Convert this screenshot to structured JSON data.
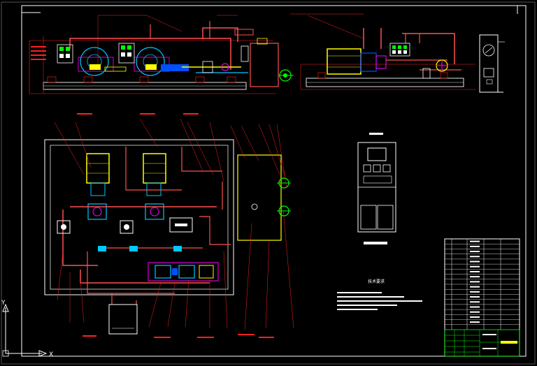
{
  "drawing": {
    "background": "#000000",
    "colors": {
      "frame": "#ffffff",
      "dim": "#ff2020",
      "pipe": "#ff5050",
      "equip": "#ffff00",
      "flow": "#00c8ff",
      "accent": "#ff00ff",
      "green": "#00ff00",
      "base": "#e0e0e0"
    },
    "notes_heading": "技术要求",
    "ucs_x": "X",
    "ucs_y": "Y",
    "panel_count": 3,
    "title_block_rows": 18
  }
}
